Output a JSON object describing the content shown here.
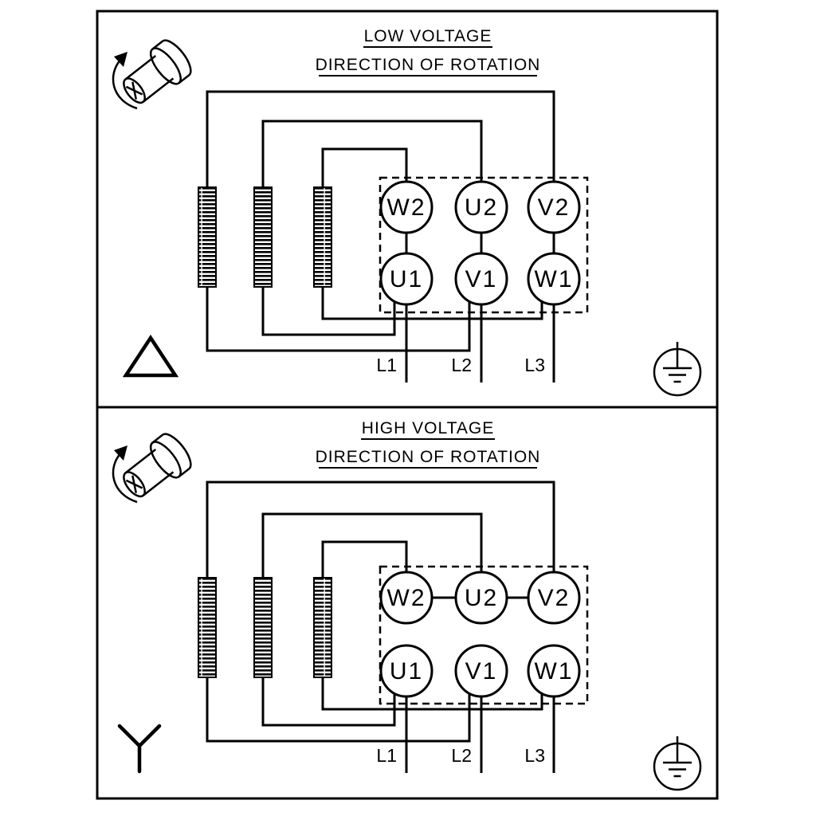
{
  "diagram": {
    "type": "motor-terminal-wiring-diagram",
    "colors": {
      "line": "#000000",
      "background": "#ffffff"
    },
    "panels": [
      {
        "title": "LOW VOLTAGE",
        "subtitle": "DIRECTION OF ROTATION",
        "connection": "delta",
        "connection_icon": "delta-connection-icon",
        "rotation_icon": "shaft-rotation-icon",
        "ground_icon": "earth-ground-icon",
        "terminals": {
          "top": [
            "W2",
            "U2",
            "V2"
          ],
          "bottom": [
            "U1",
            "V1",
            "W1"
          ]
        },
        "leads": [
          "L1",
          "L2",
          "L3"
        ]
      },
      {
        "title": "HIGH VOLTAGE",
        "subtitle": "DIRECTION OF ROTATION",
        "connection": "star",
        "connection_icon": "star-connection-icon",
        "rotation_icon": "shaft-rotation-icon",
        "ground_icon": "earth-ground-icon",
        "terminals": {
          "top": [
            "W2",
            "U2",
            "V2"
          ],
          "bottom": [
            "U1",
            "V1",
            "W1"
          ]
        },
        "leads": [
          "L1",
          "L2",
          "L3"
        ]
      }
    ]
  }
}
